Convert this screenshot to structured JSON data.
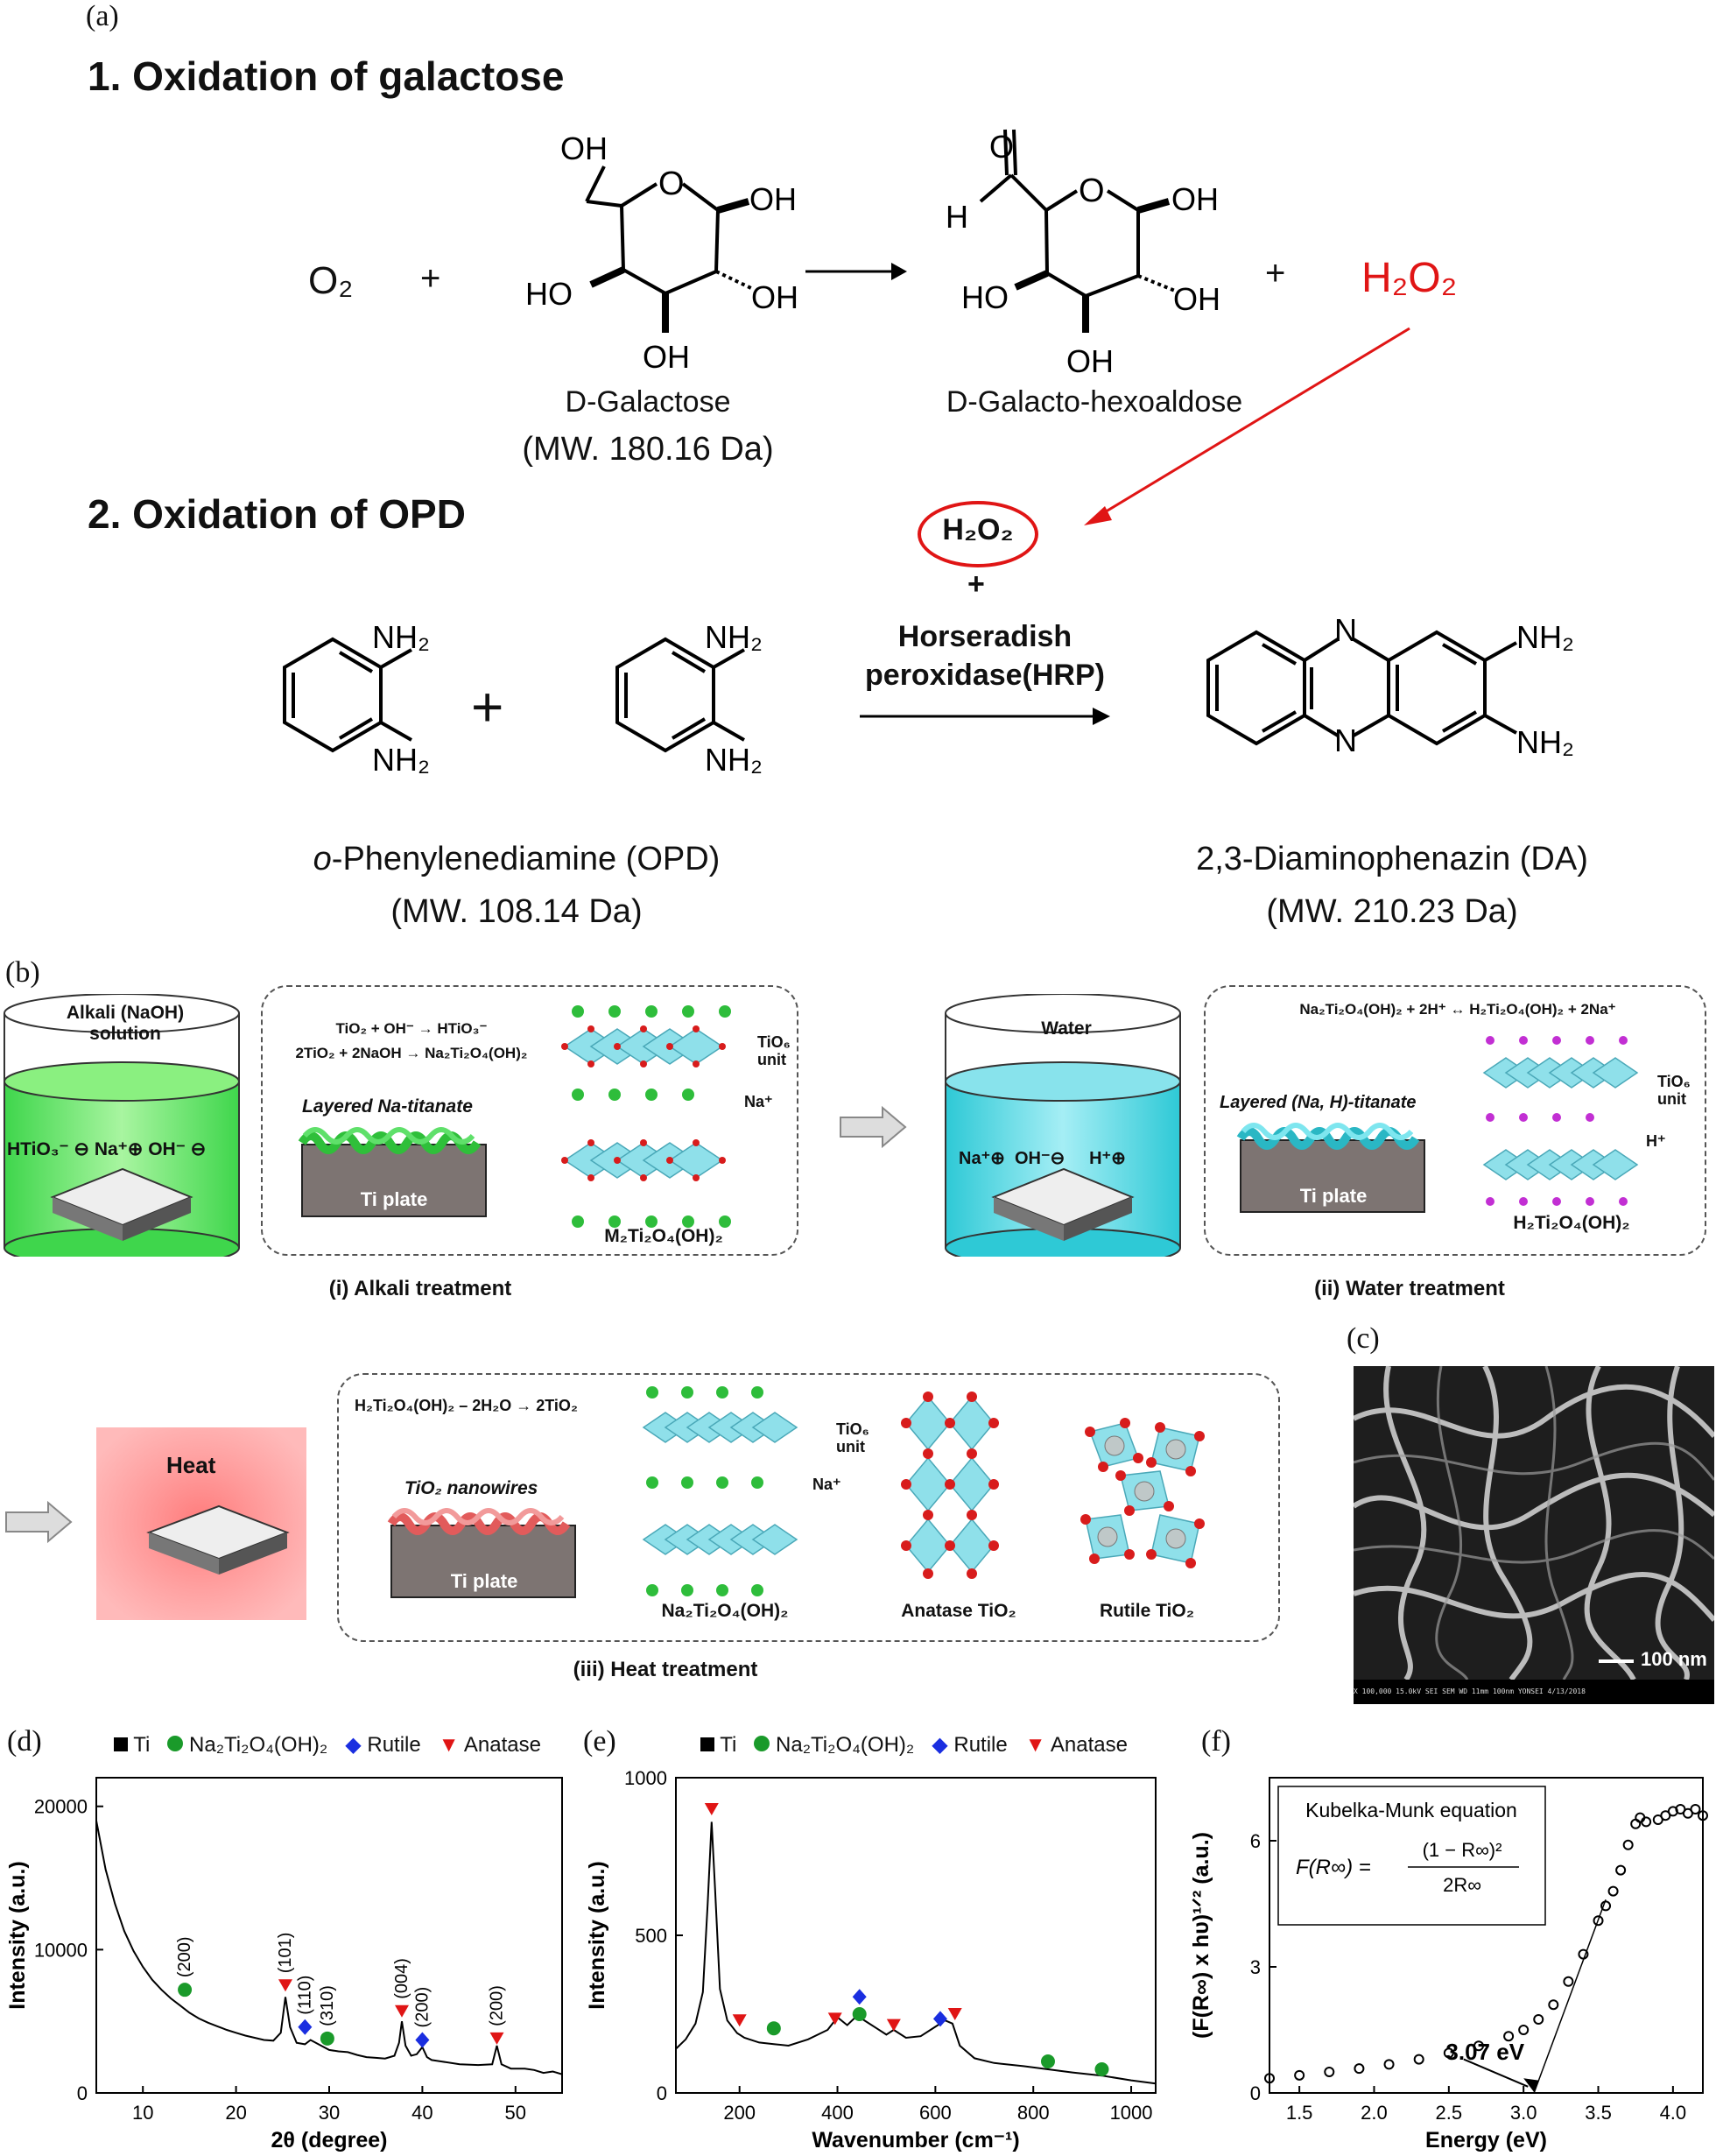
{
  "panels": {
    "a": "(a)",
    "b": "(b)",
    "c": "(c)",
    "d": "(d)",
    "e": "(e)",
    "f": "(f)"
  },
  "section1": {
    "title": "1. Oxidation of galactose",
    "o2": "O₂",
    "plus1": "+",
    "plus2": "+",
    "h2o2": "H₂O₂",
    "galactose_name": "D-Galactose",
    "galactose_mw": "(MW. 180.16 Da)",
    "product_name": "D-Galacto-hexoaldose",
    "oh": "OH",
    "ho": "HO",
    "o": "O",
    "h": "H"
  },
  "section2": {
    "title": "2. Oxidation of OPD",
    "h2o2_circle": "H₂O₂",
    "plus": "+",
    "enzyme_line1": "Horseradish",
    "enzyme_line2": "peroxidase(HRP)",
    "opd_name_italic": "o",
    "opd_name_rest": "-Phenylenediamine (OPD)",
    "opd_mw": "(MW. 108.14 Da)",
    "da_name": "2,3-Diaminophenazin (DA)",
    "da_mw": "(MW. 210.23 Da)",
    "nh2": "NH₂",
    "n": "N",
    "plus_big": "+"
  },
  "panel_b": {
    "beaker1_label": "Alkali (NaOH)\nsolution",
    "beaker1_ions": "HTiO₃⁻ ⊖ Na⁺⊕ OH⁻ ⊖",
    "eq1a": "TiO₂ + OH⁻ → HTiO₃⁻",
    "eq1b": "2TiO₂ + 2NaOH → Na₂Ti₂O₄(OH)₂",
    "layered1": "Layered Na-titanate",
    "ti_plate": "Ti plate",
    "tio6": "TiO₆",
    "unit": "unit",
    "na_plus": "Na⁺",
    "m2": "M₂Ti₂O₄(OH)₂",
    "step1": "(i) Alkali treatment",
    "beaker2_label": "Water",
    "beaker2_ions": "Na⁺⊕  OH⁻⊖     H⁺⊕",
    "eq2": "Na₂Ti₂O₄(OH)₂ + 2H⁺ ↔ H₂Ti₂O₄(OH)₂ + 2Na⁺",
    "layered2": "Layered (Na, H)-titanate",
    "h_plus": "H⁺",
    "h2": "H₂Ti₂O₄(OH)₂",
    "step2": "(ii) Water treatment",
    "heat": "Heat",
    "eq3": "H₂Ti₂O₄(OH)₂ – 2H₂O → 2TiO₂",
    "nanowires": "TiO₂ nanowires",
    "na2": "Na₂Ti₂O₄(OH)₂",
    "anatase": "Anatase TiO₂",
    "rutile": "Rutile TiO₂",
    "step3": "(iii) Heat treatment"
  },
  "panel_c": {
    "scale": "100 nm",
    "footer": "X 100,000   15.0kV SEI    SEM   WD 11mm   100nm YONSEI   4/13/2018"
  },
  "legend": {
    "ti": "Ti",
    "na": "Na₂Ti₂O₄(OH)₂",
    "rutile": "Rutile",
    "anatase": "Anatase"
  },
  "colors": {
    "ti": "#000000",
    "na": "#1a9a2a",
    "rutile": "#1a2ee0",
    "anatase": "#e01515",
    "red": "#e01515"
  },
  "chart_data": [
    {
      "type": "line",
      "xlabel": "2θ (degree)",
      "ylabel": "Intensity (a.u.)",
      "xlim": [
        5,
        55
      ],
      "ylim": [
        0,
        22000
      ],
      "xticks": [
        10,
        20,
        30,
        40,
        50
      ],
      "yticks": [
        0,
        10000,
        20000
      ],
      "x": [
        5,
        6,
        7,
        8,
        9,
        10,
        11,
        12,
        13,
        14,
        15,
        16,
        17,
        18,
        19,
        20,
        21,
        22,
        23,
        24,
        24.8,
        25.3,
        25.8,
        26.5,
        27.4,
        28,
        29,
        30,
        31,
        32,
        33,
        34,
        35,
        36,
        37,
        37.5,
        37.8,
        38.2,
        38.8,
        39.4,
        40,
        40.5,
        41,
        42,
        44,
        46,
        47.5,
        48.0,
        48.5,
        49.5,
        51,
        52,
        53,
        54,
        55
      ],
      "values": [
        19000,
        15600,
        13200,
        11300,
        9900,
        8800,
        7900,
        7200,
        6600,
        6100,
        5600,
        5200,
        4900,
        4650,
        4400,
        4200,
        4000,
        3850,
        3700,
        3650,
        4200,
        6700,
        4600,
        3500,
        3400,
        3700,
        3350,
        3000,
        2900,
        2850,
        2650,
        2500,
        2450,
        2400,
        2600,
        3500,
        5000,
        3300,
        2600,
        2700,
        3200,
        2500,
        2300,
        2200,
        2000,
        1950,
        2000,
        3300,
        2000,
        1700,
        1700,
        1600,
        1400,
        1500,
        1300
      ],
      "peaks": [
        {
          "x": 14.5,
          "y": 7200,
          "marker": "Na",
          "label": "(200)"
        },
        {
          "x": 25.3,
          "y": 7500,
          "marker": "Anatase",
          "label": "(101)"
        },
        {
          "x": 27.4,
          "y": 4600,
          "marker": "Rutile",
          "label": "(110)"
        },
        {
          "x": 29.8,
          "y": 3800,
          "marker": "Na",
          "label": "(310)"
        },
        {
          "x": 37.8,
          "y": 5700,
          "marker": "Anatase",
          "label": "(004)"
        },
        {
          "x": 40.0,
          "y": 3700,
          "marker": "Rutile",
          "label": "(200)"
        },
        {
          "x": 48.0,
          "y": 3800,
          "marker": "Anatase",
          "label": "(200)"
        }
      ]
    },
    {
      "type": "line",
      "xlabel": "Wavenumber (cm⁻¹)",
      "ylabel": "Intensity (a.u.)",
      "xlim": [
        70,
        1050
      ],
      "ylim": [
        0,
        1000
      ],
      "xticks": [
        200,
        400,
        600,
        800,
        1000
      ],
      "yticks": [
        0,
        500,
        1000
      ],
      "x": [
        70,
        90,
        110,
        125,
        135,
        143,
        150,
        160,
        175,
        195,
        210,
        240,
        270,
        300,
        340,
        380,
        400,
        420,
        440,
        460,
        480,
        500,
        515,
        540,
        570,
        600,
        620,
        635,
        650,
        680,
        720,
        780,
        830,
        880,
        940,
        1000,
        1050
      ],
      "values": [
        140,
        170,
        220,
        320,
        600,
        860,
        650,
        330,
        230,
        190,
        175,
        160,
        155,
        150,
        170,
        200,
        240,
        215,
        245,
        225,
        205,
        185,
        200,
        175,
        180,
        210,
        230,
        220,
        150,
        110,
        95,
        85,
        75,
        65,
        55,
        40,
        30
      ],
      "peaks": [
        {
          "x": 143,
          "y": 900,
          "marker": "Anatase"
        },
        {
          "x": 200,
          "y": 230,
          "marker": "Anatase"
        },
        {
          "x": 270,
          "y": 205,
          "marker": "Na"
        },
        {
          "x": 395,
          "y": 235,
          "marker": "Anatase"
        },
        {
          "x": 445,
          "y": 250,
          "marker": "Na"
        },
        {
          "x": 445,
          "y": 305,
          "marker": "Rutile"
        },
        {
          "x": 515,
          "y": 215,
          "marker": "Anatase"
        },
        {
          "x": 610,
          "y": 235,
          "marker": "Rutile"
        },
        {
          "x": 640,
          "y": 250,
          "marker": "Anatase"
        },
        {
          "x": 830,
          "y": 100,
          "marker": "Na"
        },
        {
          "x": 940,
          "y": 75,
          "marker": "Na"
        }
      ]
    },
    {
      "type": "scatter",
      "xlabel": "Energy (eV)",
      "ylabel": "(F(R∞) x hυ)¹ᐟ² (a.u.)",
      "xlim": [
        1.3,
        4.2
      ],
      "ylim": [
        0,
        7.5
      ],
      "xticks": [
        1.5,
        2.0,
        2.5,
        3.0,
        3.5,
        4.0
      ],
      "yticks": [
        0,
        3,
        6
      ],
      "x": [
        1.3,
        1.5,
        1.7,
        1.9,
        2.1,
        2.3,
        2.5,
        2.7,
        2.9,
        3.0,
        3.1,
        3.2,
        3.3,
        3.4,
        3.5,
        3.55,
        3.6,
        3.65,
        3.7,
        3.75,
        3.78,
        3.82,
        3.9,
        3.95,
        4.0,
        4.05,
        4.1,
        4.15,
        4.2
      ],
      "values": [
        0.35,
        0.42,
        0.5,
        0.58,
        0.68,
        0.8,
        0.95,
        1.12,
        1.35,
        1.5,
        1.75,
        2.1,
        2.65,
        3.3,
        4.1,
        4.45,
        4.8,
        5.3,
        5.9,
        6.4,
        6.55,
        6.45,
        6.5,
        6.6,
        6.7,
        6.75,
        6.65,
        6.75,
        6.6
      ],
      "annotation": "3.07 eV",
      "box_title": "Kubelka-Munk equation",
      "equation_lhs": "F(R∞) =",
      "equation_num": "(1 − R∞)²",
      "equation_den": "2R∞"
    }
  ]
}
